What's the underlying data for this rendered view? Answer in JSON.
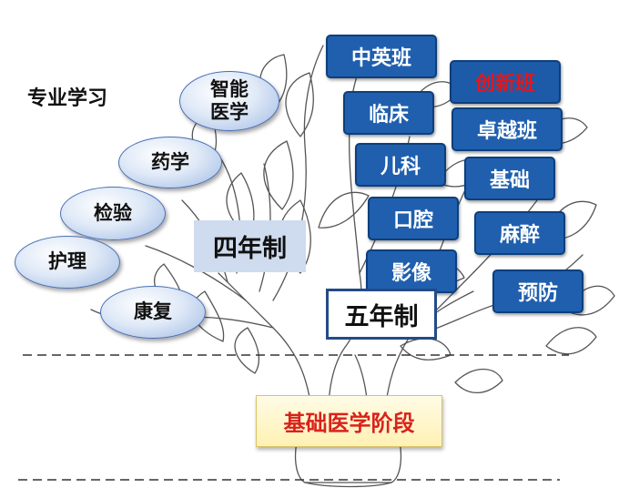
{
  "title": "专业学习",
  "four_year": {
    "label": "四年制",
    "majors": [
      "智能\n医学",
      "药学",
      "检验",
      "护理",
      "康复"
    ]
  },
  "five_year": {
    "label": "五年制",
    "majors": [
      "中英班",
      "创新班",
      "临床",
      "卓越班",
      "儿科",
      "基础",
      "口腔",
      "麻醉",
      "影像",
      "预防"
    ]
  },
  "foundation": "基础医学阶段",
  "colors": {
    "box_blue": "#1f5fae",
    "highlight_red": "#e0181e",
    "foundation_text": "#d9221c",
    "oval_border": "#4a6fb5"
  }
}
